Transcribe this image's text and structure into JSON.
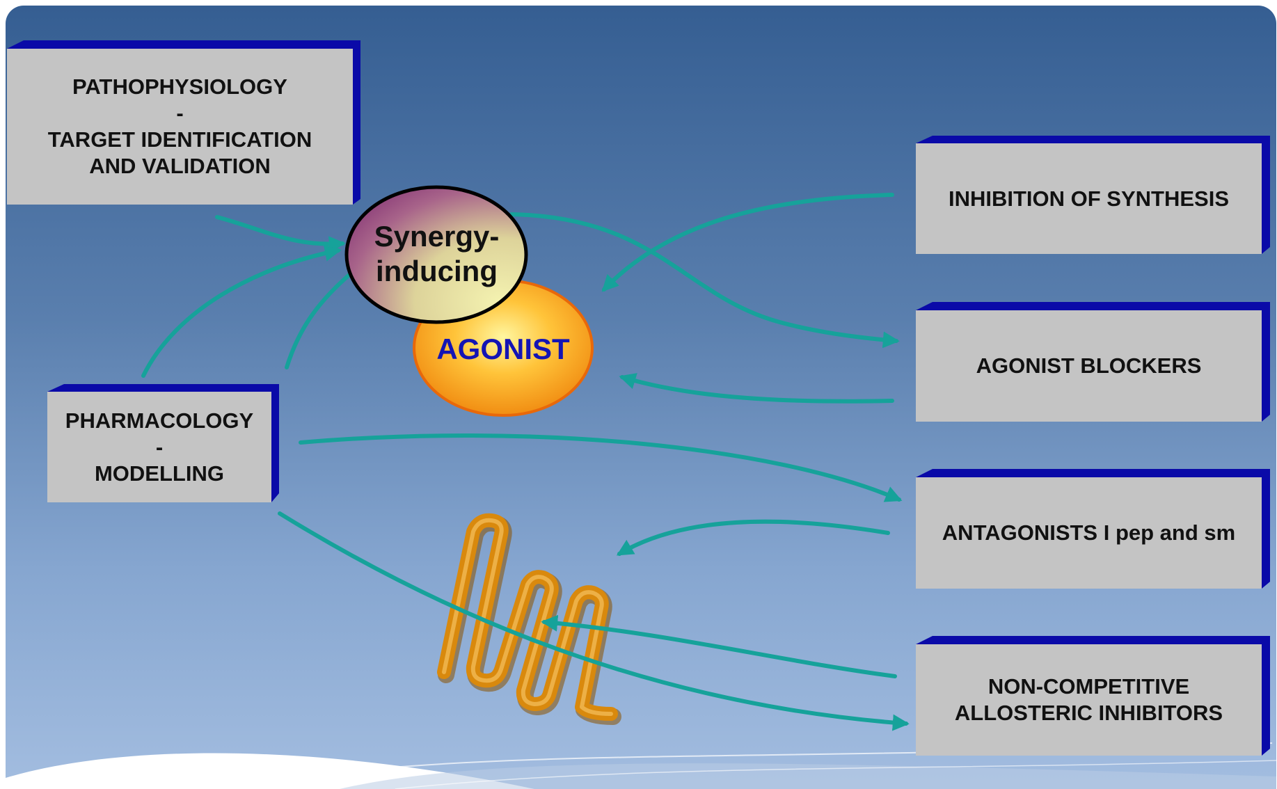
{
  "colors": {
    "box_face": "#c4c4c4",
    "box_shadow": "#0a0aa8",
    "arrow": "#16a29a",
    "agonist_text": "#1414b4",
    "synergy_text": "#111111",
    "coil": "#d9890d"
  },
  "boxes": {
    "pathophysiology": "PATHOPHYSIOLOGY\n-\nTARGET IDENTIFICATION\nAND VALIDATION",
    "pharmacology": "PHARMACOLOGY\n-\nMODELLING",
    "inhibition": "INHIBITION OF SYNTHESIS",
    "agonist_blockers": "AGONIST BLOCKERS",
    "antagonists": "ANTAGONISTS  I pep and sm",
    "non_competitive": "NON-COMPETITIVE\nALLOSTERIC INHIBITORS"
  },
  "ovals": {
    "synergy": "Synergy-\ninducing",
    "agonist": "AGONIST"
  }
}
